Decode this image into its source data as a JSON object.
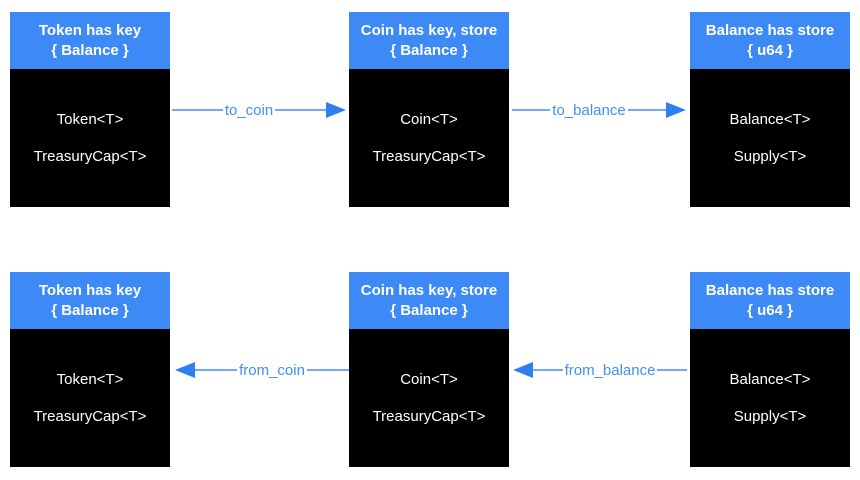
{
  "colors": {
    "background": "#ffffff",
    "header_bg": "#3d8af7",
    "header_text": "#ffffff",
    "body_bg": "#000000",
    "body_text": "#ffffff",
    "arrow_line": "#74a7f8",
    "arrow_head": "#2f7ff1",
    "arrow_label": "#4190f7"
  },
  "rows": [
    {
      "boxes": [
        {
          "header_line1": "Token has key",
          "header_line2": "{ Balance }",
          "items": [
            "Token<T>",
            "TreasuryCap<T>"
          ]
        },
        {
          "header_line1": "Coin has key, store",
          "header_line2": "{ Balance }",
          "items": [
            "Coin<T>",
            "TreasuryCap<T>"
          ]
        },
        {
          "header_line1": "Balance has store",
          "header_line2": "{ u64 }",
          "items": [
            "Balance<T>",
            "Supply<T>"
          ]
        }
      ],
      "arrows": [
        {
          "label": "to_coin",
          "direction": "right"
        },
        {
          "label": "to_balance",
          "direction": "right"
        }
      ]
    },
    {
      "boxes": [
        {
          "header_line1": "Token has key",
          "header_line2": "{ Balance }",
          "items": [
            "Token<T>",
            "TreasuryCap<T>"
          ]
        },
        {
          "header_line1": "Coin has key, store",
          "header_line2": "{ Balance }",
          "items": [
            "Coin<T>",
            "TreasuryCap<T>"
          ]
        },
        {
          "header_line1": "Balance has store",
          "header_line2": "{ u64 }",
          "items": [
            "Balance<T>",
            "Supply<T>"
          ]
        }
      ],
      "arrows": [
        {
          "label": "from_coin",
          "direction": "left"
        },
        {
          "label": "from_balance",
          "direction": "left"
        }
      ]
    }
  ]
}
